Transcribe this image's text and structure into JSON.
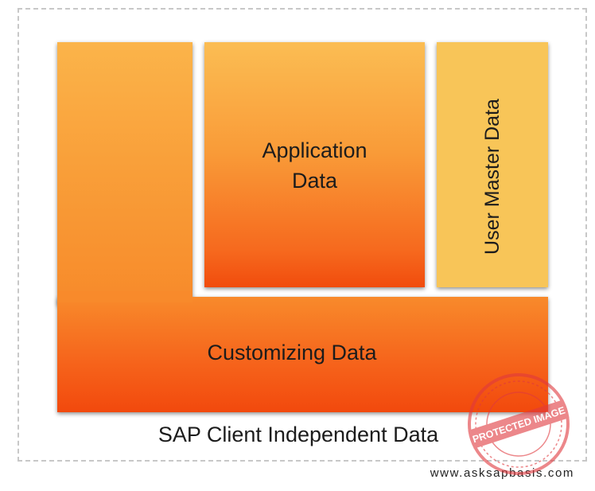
{
  "diagram": {
    "application_label_line1": "Application",
    "application_label_line2": "Data",
    "user_master_label": "User Master Data",
    "customizing_label": "Customizing Data",
    "caption": "SAP Client Independent Data"
  },
  "watermark": {
    "stamp_text": "PROTECTED IMAGE",
    "stamp_color": "#e0393e"
  },
  "footer": {
    "website": "www.asksapbasis.com"
  },
  "colors": {
    "orange_light": "#fbb44a",
    "orange_dark": "#f2490d",
    "user_block": "#f8c558"
  }
}
